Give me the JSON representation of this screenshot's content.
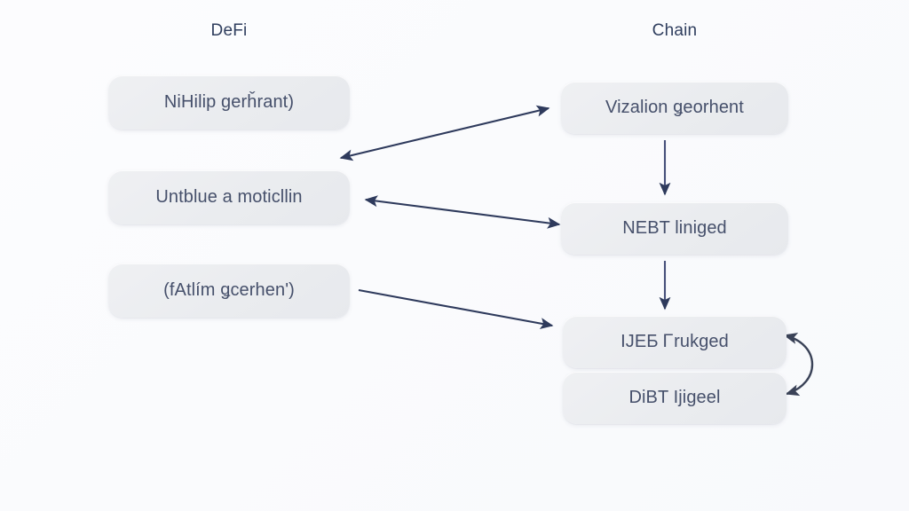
{
  "diagram": {
    "background_color": "#fbfbfd",
    "node_fill_color": "#ebedf0",
    "edge_color": "#2e3a5c",
    "text_color": "#46506b",
    "header_color": "#2f3e5e",
    "columns": [
      {
        "id": "left",
        "header": "DeFi"
      },
      {
        "id": "right",
        "header": "Chain"
      }
    ],
    "nodes": [
      {
        "id": "l1",
        "column": "left",
        "label": "NiHilip ɡerȟrant)"
      },
      {
        "id": "l2",
        "column": "left",
        "label": "Untblue a moticllin"
      },
      {
        "id": "l3",
        "column": "left",
        "label": "(fAtlím ǥcerhen')"
      },
      {
        "id": "r1",
        "column": "right",
        "label": "Vizalion ǥeorhent"
      },
      {
        "id": "r2",
        "column": "right",
        "label": "NEBT liniged"
      },
      {
        "id": "r3",
        "column": "right",
        "label": "IJEƂ Ꮁrukɡed"
      },
      {
        "id": "r4",
        "column": "right",
        "label": "DiBT Ijigeel"
      }
    ],
    "edges": [
      {
        "id": "e1",
        "from": "l1",
        "to": "r1",
        "style": "straight",
        "direction": "bidirectional"
      },
      {
        "id": "e2",
        "from": "r2",
        "to": "l2",
        "style": "straight",
        "direction": "bidirectional"
      },
      {
        "id": "e3",
        "from": "l3",
        "to": "r3",
        "style": "straight",
        "direction": "forward"
      },
      {
        "id": "e4",
        "from": "r1",
        "to": "r2",
        "style": "vertical",
        "direction": "forward"
      },
      {
        "id": "e5",
        "from": "r2",
        "to": "r3",
        "style": "vertical",
        "direction": "forward"
      },
      {
        "id": "e6",
        "from": "r3",
        "to": "r4",
        "style": "curved",
        "direction": "bidirectional"
      }
    ]
  }
}
